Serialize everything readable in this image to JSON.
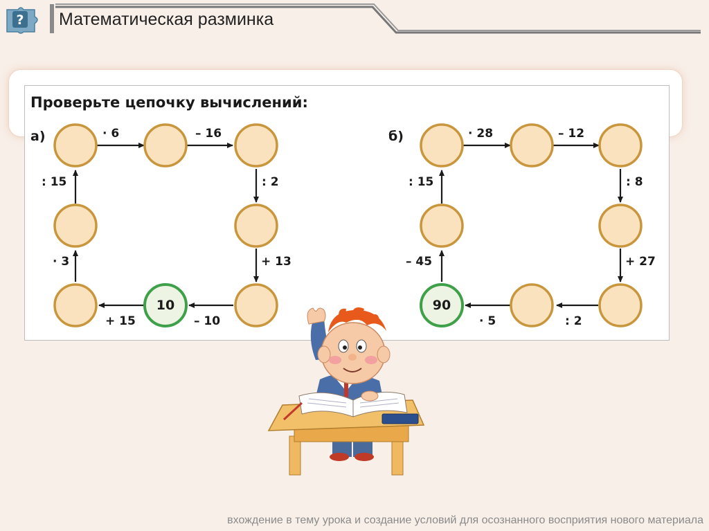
{
  "header": {
    "help_icon": "question-puzzle-icon",
    "title": "Математическая разминка"
  },
  "task": {
    "title": "Проверьте цепочку вычислений:",
    "part_a": {
      "label": "а)",
      "ops": {
        "top1": "· 6",
        "top2": "– 16",
        "right1": ": 2",
        "right2": "+ 13",
        "bottom1": "– 10",
        "bottom2": "+ 15",
        "left1": "· 3",
        "left2": ": 15"
      },
      "start_value": "10"
    },
    "part_b": {
      "label": "б)",
      "ops": {
        "top1": "· 28",
        "top2": "– 12",
        "right1": ": 8",
        "right2": "+ 27",
        "bottom1": ": 2",
        "bottom2": "· 5",
        "left1": "– 45",
        "left2": ": 15"
      },
      "start_value": "90"
    }
  },
  "illustration": "schoolboy-raising-hand-at-desk",
  "footer": {
    "text": "вхождение в тему урока и создание условий для осознанного восприятия нового материала"
  },
  "colors": {
    "background": "#f8efe8",
    "circle_fill": "#fbe2bf",
    "circle_stroke": "#c8963c",
    "start_fill": "#eef4e4",
    "start_stroke": "#3fa04a"
  }
}
